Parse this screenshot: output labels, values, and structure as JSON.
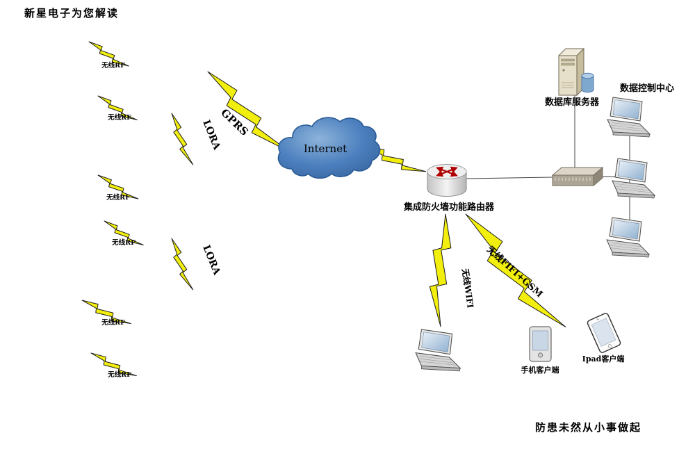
{
  "page": {
    "title": "新星电子为您解读",
    "footer": "防患未然从小事做起"
  },
  "nodes": {
    "internet": {
      "label": "Internet"
    },
    "router": {
      "label": "集成防火墙功能路由器"
    },
    "database_server": {
      "label": "数据库服务器"
    },
    "data_control_center": {
      "label": "数据控制中心"
    },
    "phone_client": {
      "label": "手机客户端"
    },
    "ipad_client": {
      "label": "Ipad客户端"
    }
  },
  "links": {
    "rf": [
      "无线RF",
      "无线RF",
      "无线RF",
      "无线RF",
      "无线RF",
      "无线RF"
    ],
    "lora": [
      "LORA",
      "LORA"
    ],
    "gprs": {
      "label": "GPRS"
    },
    "wifi": {
      "label": "无线WIFI"
    },
    "wifi_gsm": {
      "label": "无线FIFI+GSM"
    }
  },
  "colors": {
    "bolt": "#f2ee0d",
    "bolt_edge": "#1a1a1a",
    "cloud_edge": "#2a5b96",
    "arrow": "#b00000",
    "line": "#404040"
  }
}
